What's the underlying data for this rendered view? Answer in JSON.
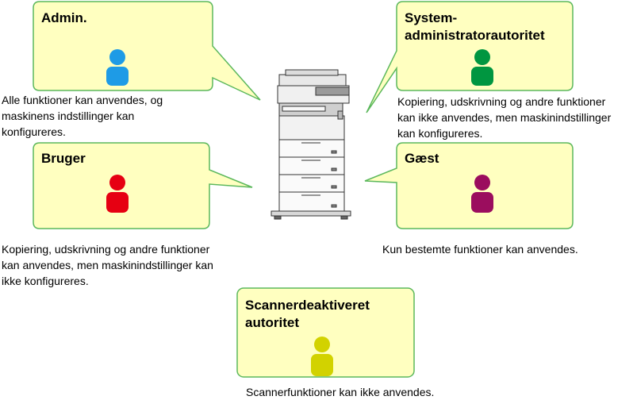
{
  "colors": {
    "bubble_fill": "#ffffc0",
    "bubble_border": "#5cb85c",
    "admin_icon": "#1e9be6",
    "system_admin_icon": "#009640",
    "user_icon": "#e60012",
    "guest_icon": "#9b0d5e",
    "scanner_icon": "#d2d200"
  },
  "roles": {
    "admin": {
      "title": "Admin.",
      "description": [
        "Alle funktioner kan anvendes, og",
        "maskinens indstillinger kan",
        "konfigureres."
      ],
      "icon": "person-icon"
    },
    "system_admin": {
      "title": [
        "System-",
        "administratorautoritet"
      ],
      "description": [
        "Kopiering, udskrivning og andre funktioner",
        "kan ikke anvendes, men maskinindstillinger",
        "kan konfigureres."
      ],
      "icon": "person-icon"
    },
    "user": {
      "title": "Bruger",
      "description": [
        "Kopiering, udskrivning og andre funktioner",
        "kan anvendes, men maskinindstillinger kan",
        "ikke konfigureres."
      ],
      "icon": "person-icon"
    },
    "guest": {
      "title": "Gæst",
      "description": [
        "Kun bestemte funktioner kan anvendes."
      ],
      "icon": "person-icon"
    },
    "scanner_disabled": {
      "title": [
        "Scannerdeaktiveret",
        "autoritet"
      ],
      "description": [
        "Scannerfunktioner kan ikke anvendes."
      ],
      "icon": "person-icon"
    }
  },
  "center": {
    "icon": "multifunction-printer-icon"
  }
}
